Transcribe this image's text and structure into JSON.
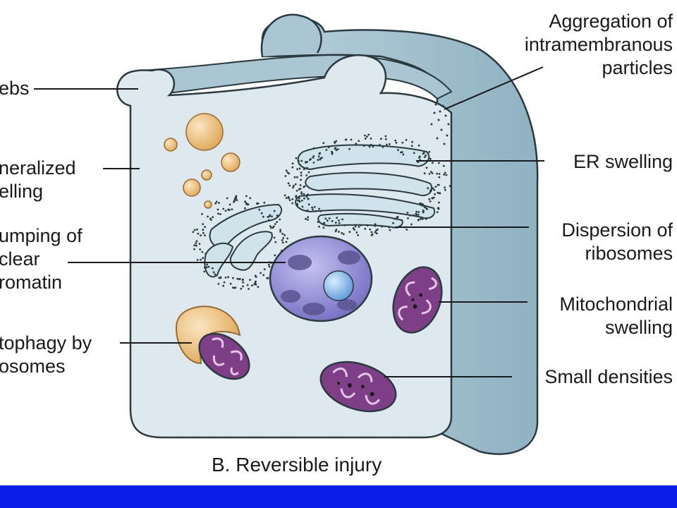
{
  "labels_left": {
    "blebs": "ebs",
    "generalized_swelling": [
      "neralized",
      "elling"
    ],
    "clumping_chromatin": [
      "umping of",
      "clear",
      "romatin"
    ],
    "autophagy": [
      "tophagy by",
      "osomes"
    ]
  },
  "labels_right": {
    "aggregation": [
      "Aggregation of",
      "intramembranous",
      "particles"
    ],
    "er_swelling": "ER swelling",
    "dispersion": [
      "Dispersion of",
      "ribosomes"
    ],
    "mito_swelling": [
      "Mitochondrial",
      "swelling"
    ],
    "small_densities": "Small densities"
  },
  "caption": "B. Reversible injury",
  "colors": {
    "cytoplasm": "#dde9ee",
    "membrane_side": "#9fbfcc",
    "outline": "#2b3a40",
    "vacuole": "#e8b872",
    "nucleus": "#8e89d2",
    "nucleolus": "#78aee0",
    "mitochondria": "#7e3f86",
    "bottom_bar": "#0a1fe6"
  }
}
